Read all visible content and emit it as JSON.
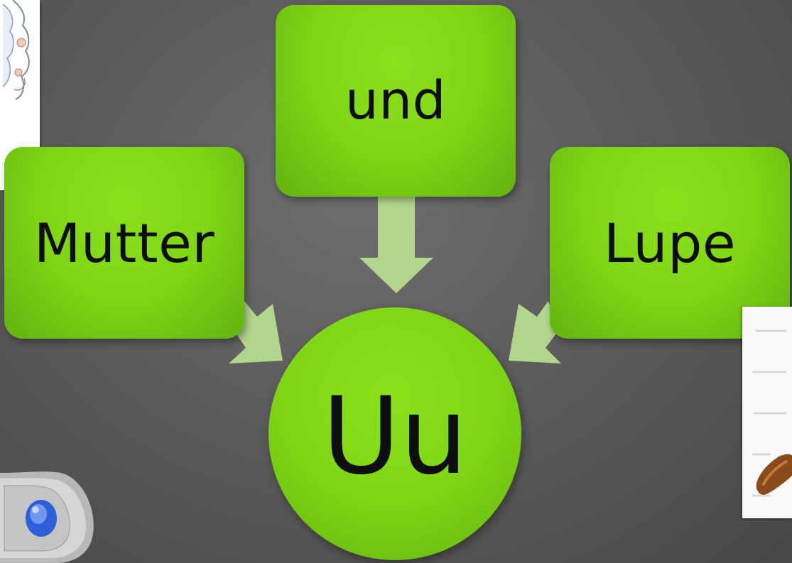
{
  "diagram": {
    "center_label": "Uu",
    "words": [
      {
        "id": "und",
        "label": "und"
      },
      {
        "id": "mutter",
        "label": "Mutter"
      },
      {
        "id": "lupe",
        "label": "Lupe"
      }
    ]
  },
  "images": {
    "top_left": "cartoon-figure-image",
    "right": "magnifier-clipart-image",
    "bottom_left": "speaker-icon"
  },
  "colors": {
    "background": "#5c5c5c",
    "shape_green": "#7ed614",
    "arrow_fill": "#b8e090",
    "text": "#0e0e0e"
  }
}
